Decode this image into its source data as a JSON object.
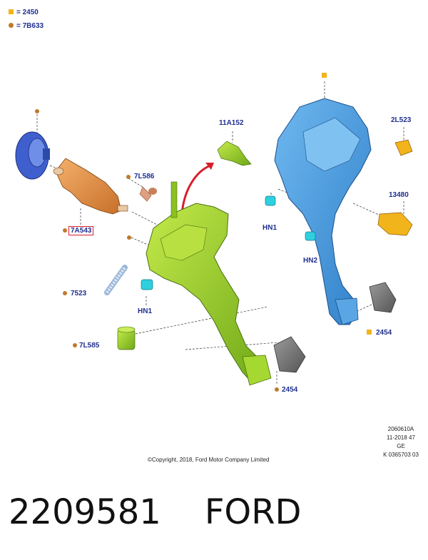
{
  "legend": {
    "square_label": "= 2450",
    "dot_label": "= 7B633",
    "square_color": "#f2b41b",
    "dot_color": "#c07a2a"
  },
  "callouts": {
    "c11A152": "11A152",
    "c7L586": "7L586",
    "c7A543": "7A543",
    "c7523": "7523",
    "cHN1_left": "HN1",
    "c7L585": "7L585",
    "c2454_left": "2454",
    "c2L523": "2L523",
    "c13480": "13480",
    "cHN1_right": "HN1",
    "cHN2": "HN2",
    "c2454_right": "2454"
  },
  "drawing_ref": {
    "line1": "2060610A",
    "line2": "11-2018 47",
    "line3": "GE",
    "line4": "K 0365703 03"
  },
  "copyright": "©Copyright, 2018, Ford Motor Company Limited",
  "footer": {
    "part_number": "2209581",
    "brand": "FORD"
  },
  "colors": {
    "label_text": "#1f2f8f",
    "highlight_box": "#d81e2c",
    "clutch_pedal": "#9acd2a",
    "brake_pedal": "#3c8fd6",
    "cylinder": "#e08a3a",
    "reservoir": "#3f5fcf",
    "clip": "#2ed0e0",
    "pad": "#777777"
  }
}
